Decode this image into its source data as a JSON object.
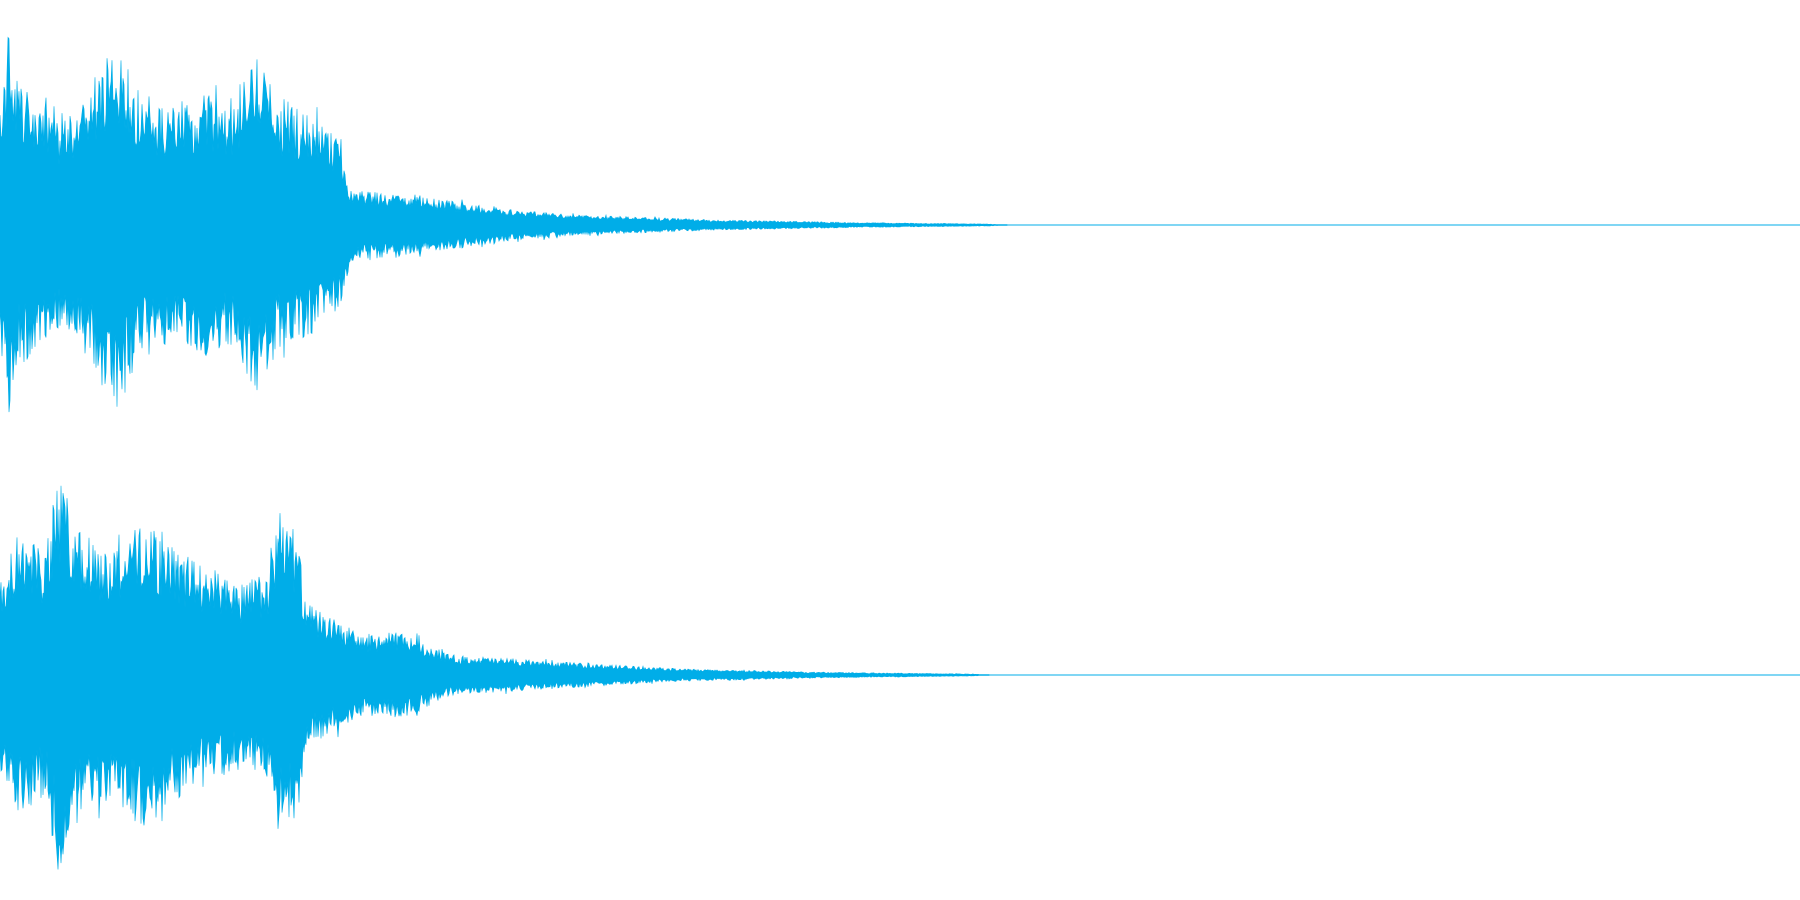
{
  "colors": {
    "background": "#ffffff",
    "waveform": "#00ade8"
  },
  "channels": [
    {
      "name": "channel-1",
      "envelope": [
        [
          0.0,
          0.55
        ],
        [
          0.005,
          0.98
        ],
        [
          0.01,
          0.7
        ],
        [
          0.02,
          0.62
        ],
        [
          0.03,
          0.52
        ],
        [
          0.04,
          0.58
        ],
        [
          0.05,
          0.68
        ],
        [
          0.065,
          0.92
        ],
        [
          0.08,
          0.6
        ],
        [
          0.1,
          0.58
        ],
        [
          0.115,
          0.64
        ],
        [
          0.13,
          0.57
        ],
        [
          0.142,
          0.85
        ],
        [
          0.155,
          0.6
        ],
        [
          0.17,
          0.55
        ],
        [
          0.18,
          0.5
        ],
        [
          0.188,
          0.42
        ],
        [
          0.195,
          0.18
        ],
        [
          0.22,
          0.15
        ],
        [
          0.25,
          0.12
        ],
        [
          0.28,
          0.08
        ],
        [
          0.32,
          0.05
        ],
        [
          0.4,
          0.025
        ],
        [
          0.48,
          0.012
        ],
        [
          0.55,
          0.005
        ],
        [
          0.56,
          0.0
        ],
        [
          1.0,
          0.0
        ]
      ]
    },
    {
      "name": "channel-2",
      "envelope": [
        [
          0.0,
          0.55
        ],
        [
          0.015,
          0.72
        ],
        [
          0.025,
          0.6
        ],
        [
          0.032,
          0.98
        ],
        [
          0.045,
          0.7
        ],
        [
          0.06,
          0.62
        ],
        [
          0.08,
          0.75
        ],
        [
          0.1,
          0.6
        ],
        [
          0.12,
          0.52
        ],
        [
          0.135,
          0.45
        ],
        [
          0.15,
          0.52
        ],
        [
          0.155,
          0.82
        ],
        [
          0.165,
          0.7
        ],
        [
          0.17,
          0.35
        ],
        [
          0.185,
          0.28
        ],
        [
          0.2,
          0.2
        ],
        [
          0.225,
          0.21
        ],
        [
          0.25,
          0.1
        ],
        [
          0.3,
          0.07
        ],
        [
          0.38,
          0.03
        ],
        [
          0.45,
          0.015
        ],
        [
          0.54,
          0.005
        ],
        [
          0.55,
          0.0
        ],
        [
          1.0,
          0.0
        ]
      ]
    }
  ]
}
